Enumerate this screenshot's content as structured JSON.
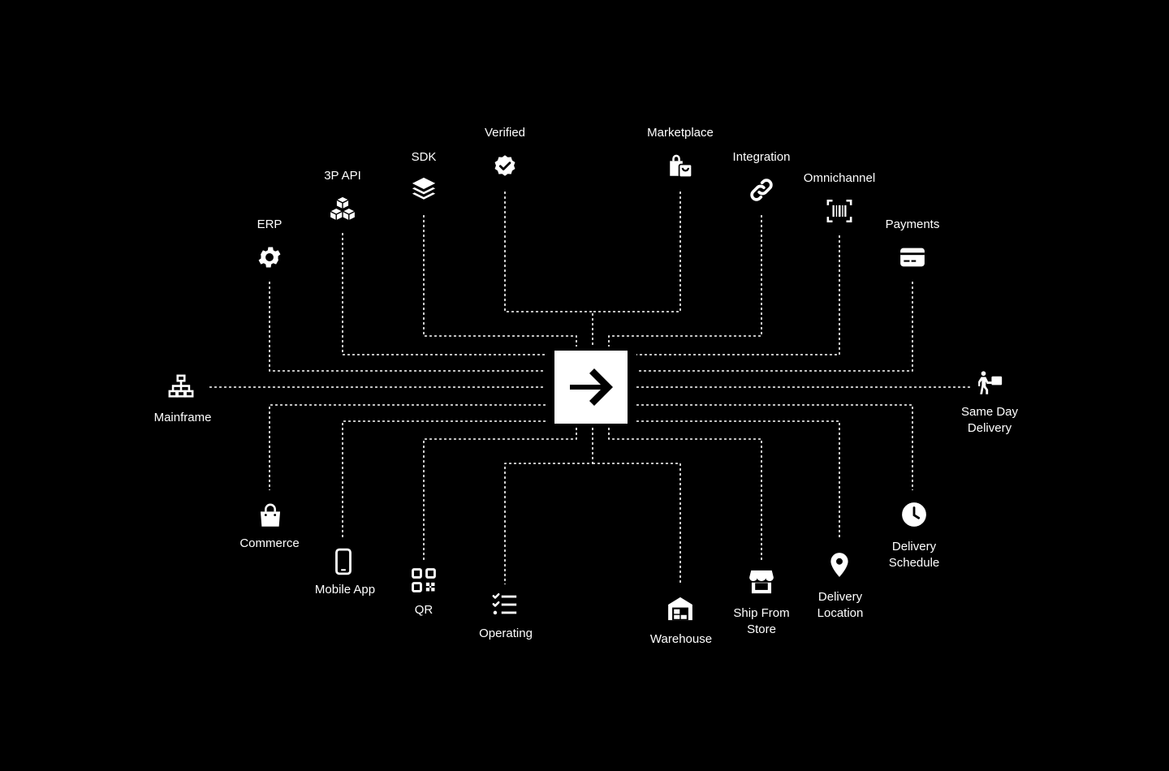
{
  "diagram": {
    "hub_icon": "arrow-right-icon",
    "colors": {
      "background": "#000000",
      "foreground": "#ffffff"
    },
    "nodes": [
      {
        "id": "erp",
        "label": "ERP",
        "icon": "gear-icon"
      },
      {
        "id": "3p-api",
        "label": "3P API",
        "icon": "cubes-icon"
      },
      {
        "id": "sdk",
        "label": "SDK",
        "icon": "layers-icon"
      },
      {
        "id": "verified",
        "label": "Verified",
        "icon": "verified-badge-icon"
      },
      {
        "id": "marketplace",
        "label": "Marketplace",
        "icon": "shopping-bags-icon"
      },
      {
        "id": "integration",
        "label": "Integration",
        "icon": "link-icon"
      },
      {
        "id": "omnichannel",
        "label": "Omnichannel",
        "icon": "barcode-scan-icon"
      },
      {
        "id": "payments",
        "label": "Payments",
        "icon": "credit-card-icon"
      },
      {
        "id": "mainframe",
        "label": "Mainframe",
        "icon": "network-icon"
      },
      {
        "id": "same-day-delivery",
        "label": "Same Day\nDelivery",
        "icon": "person-carrying-box-icon"
      },
      {
        "id": "commerce",
        "label": "Commerce",
        "icon": "shopping-bag-icon"
      },
      {
        "id": "mobile-app",
        "label": "Mobile App",
        "icon": "mobile-phone-icon"
      },
      {
        "id": "qr",
        "label": "QR",
        "icon": "qr-code-icon"
      },
      {
        "id": "operating",
        "label": "Operating",
        "icon": "checklist-icon"
      },
      {
        "id": "warehouse",
        "label": "Warehouse",
        "icon": "warehouse-icon"
      },
      {
        "id": "ship-from-store",
        "label": "Ship From\nStore",
        "icon": "store-icon"
      },
      {
        "id": "delivery-location",
        "label": "Delivery\nLocation",
        "icon": "map-pin-icon"
      },
      {
        "id": "delivery-schedule",
        "label": "Delivery\nSchedule",
        "icon": "clock-icon"
      }
    ]
  }
}
